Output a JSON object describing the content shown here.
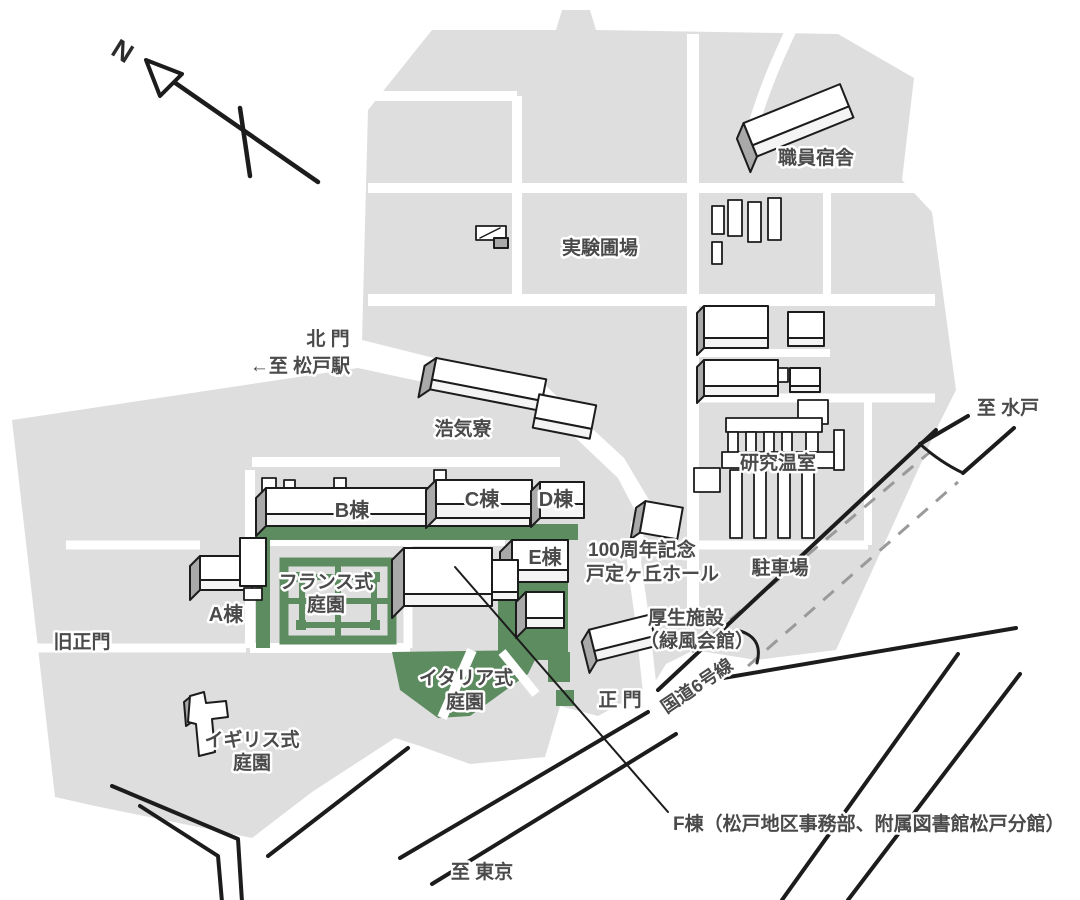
{
  "map": {
    "compass": "N",
    "facilities": {
      "staff_dormitory": "職員宿舎",
      "experimental_field": "実験圃場",
      "koki_dormitory": "浩気寮",
      "research_greenhouse": "研究温室",
      "building_a": "A棟",
      "building_b": "B棟",
      "building_c": "C棟",
      "building_d": "D棟",
      "building_e": "E棟",
      "memorial_hall_line1": "100周年記念",
      "memorial_hall_line2": "戸定ヶ丘ホール",
      "welfare_line1": "厚生施設",
      "welfare_line2": "（緑風会館）",
      "parking": "駐車場",
      "building_f_note": "F棟（松戸地区事務部、附属図書館松戸分館）"
    },
    "gardens": {
      "french_line1": "フランス式",
      "french_line2": "庭園",
      "italian_line1": "イタリア式",
      "italian_line2": "庭園",
      "english_line1": "イギリス式",
      "english_line2": "庭園"
    },
    "gates": {
      "north": "北 門",
      "main": "正 門",
      "old_main": "旧正門"
    },
    "directions": {
      "to_matsudo": "←至 松戸駅",
      "to_mito": "至 水戸",
      "to_tokyo": "至 東京"
    },
    "roads": {
      "route6": "国道6号線"
    },
    "colors": {
      "land": "#dedede",
      "building_top": "#ffffff",
      "building_side": "#a9a9a9",
      "outline": "#1c1c1c",
      "garden_green": "#5d8c60",
      "label_text": "#4a4a4a",
      "dashed_line": "#9a9a9a",
      "road": "#ffffff"
    }
  }
}
